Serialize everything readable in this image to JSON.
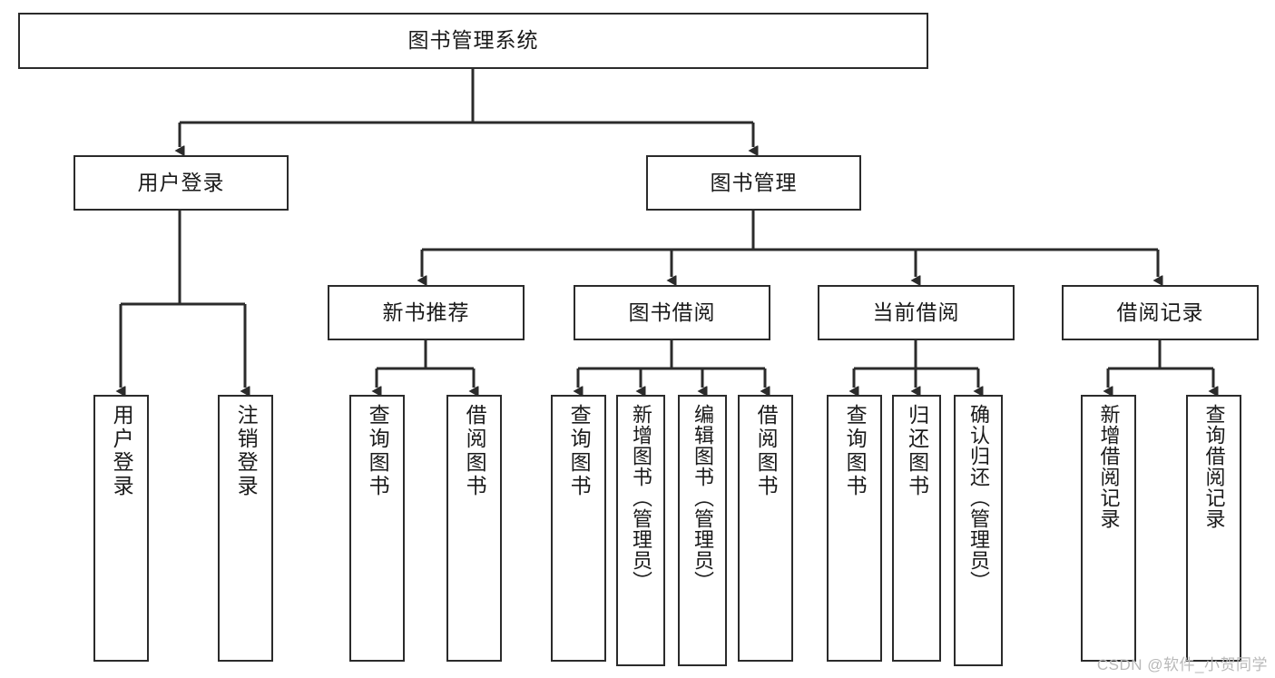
{
  "diagram": {
    "type": "tree",
    "title": "图书管理系统",
    "orientation": "top-down",
    "colors": {
      "box_border": "#2b2b2b",
      "box_fill": "#ffffff",
      "edge": "#2b2b2b",
      "text": "#1a1a1a",
      "watermark": "#b9b9b9"
    },
    "nodes": {
      "root": {
        "label": "图书管理系统"
      },
      "level1": [
        {
          "id": "user-login",
          "label": "用户登录"
        },
        {
          "id": "book-manage",
          "label": "图书管理"
        }
      ],
      "level2": [
        {
          "id": "new-book-recommend",
          "label": "新书推荐",
          "parent": "book-manage"
        },
        {
          "id": "book-borrow",
          "label": "图书借阅",
          "parent": "book-manage"
        },
        {
          "id": "current-borrow",
          "label": "当前借阅",
          "parent": "book-manage"
        },
        {
          "id": "borrow-record",
          "label": "借阅记录",
          "parent": "book-manage"
        }
      ],
      "leaves": [
        {
          "id": "leaf-user-login",
          "label": "用户登录",
          "parent": "user-login"
        },
        {
          "id": "leaf-logout-login",
          "label": "注销登录",
          "parent": "user-login"
        },
        {
          "id": "leaf-query-book-1",
          "label": "查询图书",
          "parent": "new-book-recommend"
        },
        {
          "id": "leaf-borrow-book-1",
          "label": "借阅图书",
          "parent": "new-book-recommend"
        },
        {
          "id": "leaf-query-book-2",
          "label": "查询图书",
          "parent": "book-borrow"
        },
        {
          "id": "leaf-add-book",
          "label": "新增图书（管理员）",
          "parent": "book-borrow"
        },
        {
          "id": "leaf-edit-book",
          "label": "编辑图书（管理员）",
          "parent": "book-borrow"
        },
        {
          "id": "leaf-borrow-book-2",
          "label": "借阅图书",
          "parent": "book-borrow"
        },
        {
          "id": "leaf-query-book-3",
          "label": "查询图书",
          "parent": "current-borrow"
        },
        {
          "id": "leaf-return-book",
          "label": "归还图书",
          "parent": "current-borrow"
        },
        {
          "id": "leaf-confirm-return",
          "label": "确认归还（管理员）",
          "parent": "current-borrow"
        },
        {
          "id": "leaf-add-record",
          "label": "新增借阅记录",
          "parent": "borrow-record"
        },
        {
          "id": "leaf-query-record",
          "label": "查询借阅记录",
          "parent": "borrow-record"
        }
      ]
    },
    "watermark": "CSDN @软件_小贺同学"
  }
}
